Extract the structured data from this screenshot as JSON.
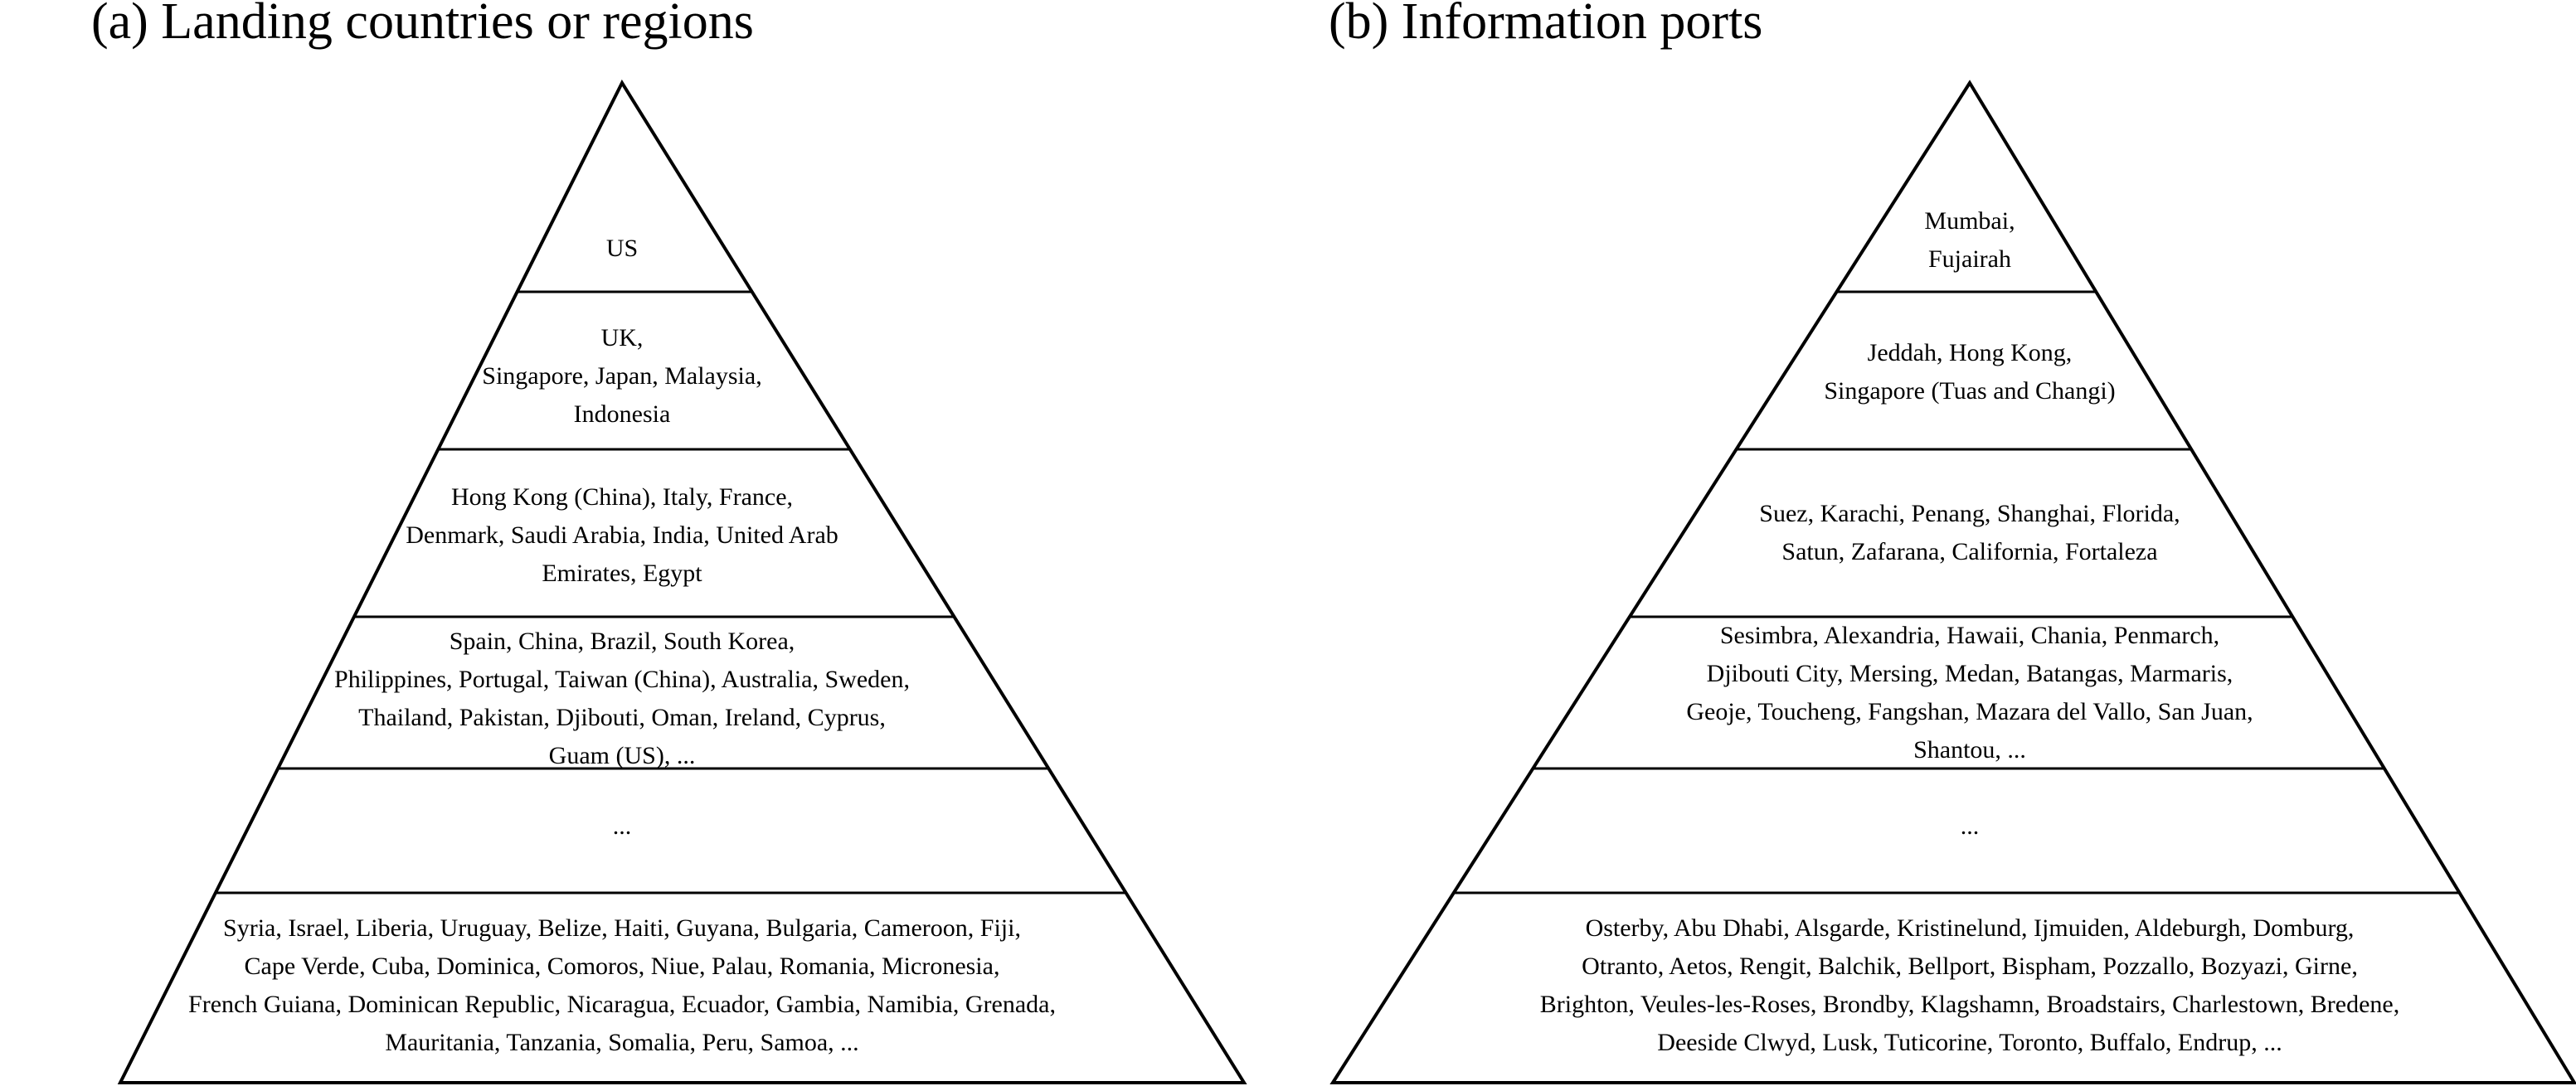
{
  "panels": [
    {
      "id": "a",
      "title": "(a) Landing countries or regions",
      "tiers": [
        {
          "lines": [
            "US"
          ]
        },
        {
          "lines": [
            "UK,",
            "Singapore, Japan, Malaysia,",
            "Indonesia"
          ]
        },
        {
          "lines": [
            "Hong Kong (China), Italy, France,",
            "Denmark, Saudi Arabia, India, United Arab",
            "Emirates, Egypt"
          ]
        },
        {
          "lines": [
            "Spain, China, Brazil, South Korea,",
            "Philippines, Portugal, Taiwan (China), Australia, Sweden,",
            "Thailand, Pakistan, Djibouti, Oman, Ireland, Cyprus,",
            "Guam (US), ..."
          ]
        },
        {
          "lines": [
            "..."
          ]
        },
        {
          "lines": [
            "Syria, Israel, Liberia, Uruguay, Belize, Haiti, Guyana, Bulgaria, Cameroon, Fiji,",
            "Cape Verde, Cuba, Dominica, Comoros, Niue, Palau, Romania, Micronesia,",
            "French Guiana, Dominican Republic, Nicaragua, Ecuador, Gambia, Namibia, Grenada,",
            "Mauritania, Tanzania, Somalia, Peru, Samoa, ..."
          ]
        }
      ]
    },
    {
      "id": "b",
      "title": "(b) Information ports",
      "tiers": [
        {
          "lines": [
            "Mumbai,",
            "Fujairah"
          ]
        },
        {
          "lines": [
            "Jeddah, Hong Kong,",
            "Singapore (Tuas and Changi)"
          ]
        },
        {
          "lines": [
            "Suez, Karachi, Penang, Shanghai, Florida,",
            "Satun, Zafarana, California, Fortaleza"
          ]
        },
        {
          "lines": [
            "Sesimbra, Alexandria, Hawaii, Chania, Penmarch,",
            "Djibouti City, Mersing, Medan, Batangas, Marmaris,",
            "Geoje, Toucheng, Fangshan, Mazara del Vallo, San Juan,",
            "Shantou, ..."
          ]
        },
        {
          "lines": [
            "..."
          ]
        },
        {
          "lines": [
            "Osterby, Abu Dhabi, Alsgarde, Kristinelund, Ijmuiden, Aldeburgh, Domburg,",
            "Otranto, Aetos, Rengit, Balchik, Bellport, Bispham, Pozzallo, Bozyazi, Girne,",
            "Brighton, Veules-les-Roses, Brondby, Klagshamn, Broadstairs, Charlestown, Bredene,",
            "Deeside Clwyd, Lusk, Tuticorine, Toronto, Buffalo, Endrup, ..."
          ]
        }
      ]
    }
  ]
}
